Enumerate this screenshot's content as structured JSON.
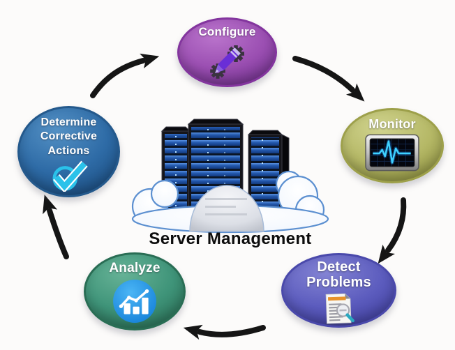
{
  "center": {
    "title": "Server Management",
    "illustration": "server-racks-in-cloud"
  },
  "arrows": {
    "color": "#151515",
    "flow": [
      "determine-corrective-actions -> configure",
      "configure -> monitor",
      "monitor -> detect-problems",
      "detect-problems -> analyze",
      "analyze -> determine-corrective-actions"
    ]
  },
  "nodes": {
    "configure": {
      "label": "Configure",
      "icon": "pencil-gears-icon",
      "fill": "#9b4fb2",
      "light": "#ba74cc",
      "dark": "#6e2f8a",
      "border": "#83359e"
    },
    "monitor": {
      "label": "Monitor",
      "icon": "pulse-monitor-icon",
      "fill": "#b5b866",
      "light": "#d0d38e",
      "dark": "#8a8d3d",
      "border": "#9da04a"
    },
    "detect": {
      "label": "Detect Problems",
      "icon": "document-magnifier-icon",
      "fill": "#5c5cbe",
      "light": "#8383d3",
      "dark": "#3e3d9b",
      "border": "#4a49ab"
    },
    "analyze": {
      "label": "Analyze",
      "icon": "bar-chart-icon",
      "fill": "#3f9479",
      "light": "#66b296",
      "dark": "#296d54",
      "border": "#30males7a5f"
    },
    "determine": {
      "label": "Determine Corrective Actions",
      "icon": "check-circle-icon",
      "fill": "#2e6ba6",
      "light": "#5390c4",
      "dark": "#1a4a7c",
      "border": "#24598c"
    }
  },
  "icon_colors": {
    "pencil": "#6a2ed6",
    "pencil_tip": "#8a5ce0",
    "eraser": "#cbbcf0",
    "gear": "#3a3340",
    "screen_pulse": "#3fd2ff",
    "monitor_frame_dark": "#5a5a5a",
    "doc_header": "#e8922a",
    "doc_lines": "#9a9aa2",
    "magnifier_handle": "#2aa8c0",
    "chart_circle": "#1f9ae8",
    "chart_marks": "#ffffff",
    "check": "#2ac2ea",
    "cloud_outline": "#5b8fd0",
    "server_slat": "#2d66c0"
  }
}
